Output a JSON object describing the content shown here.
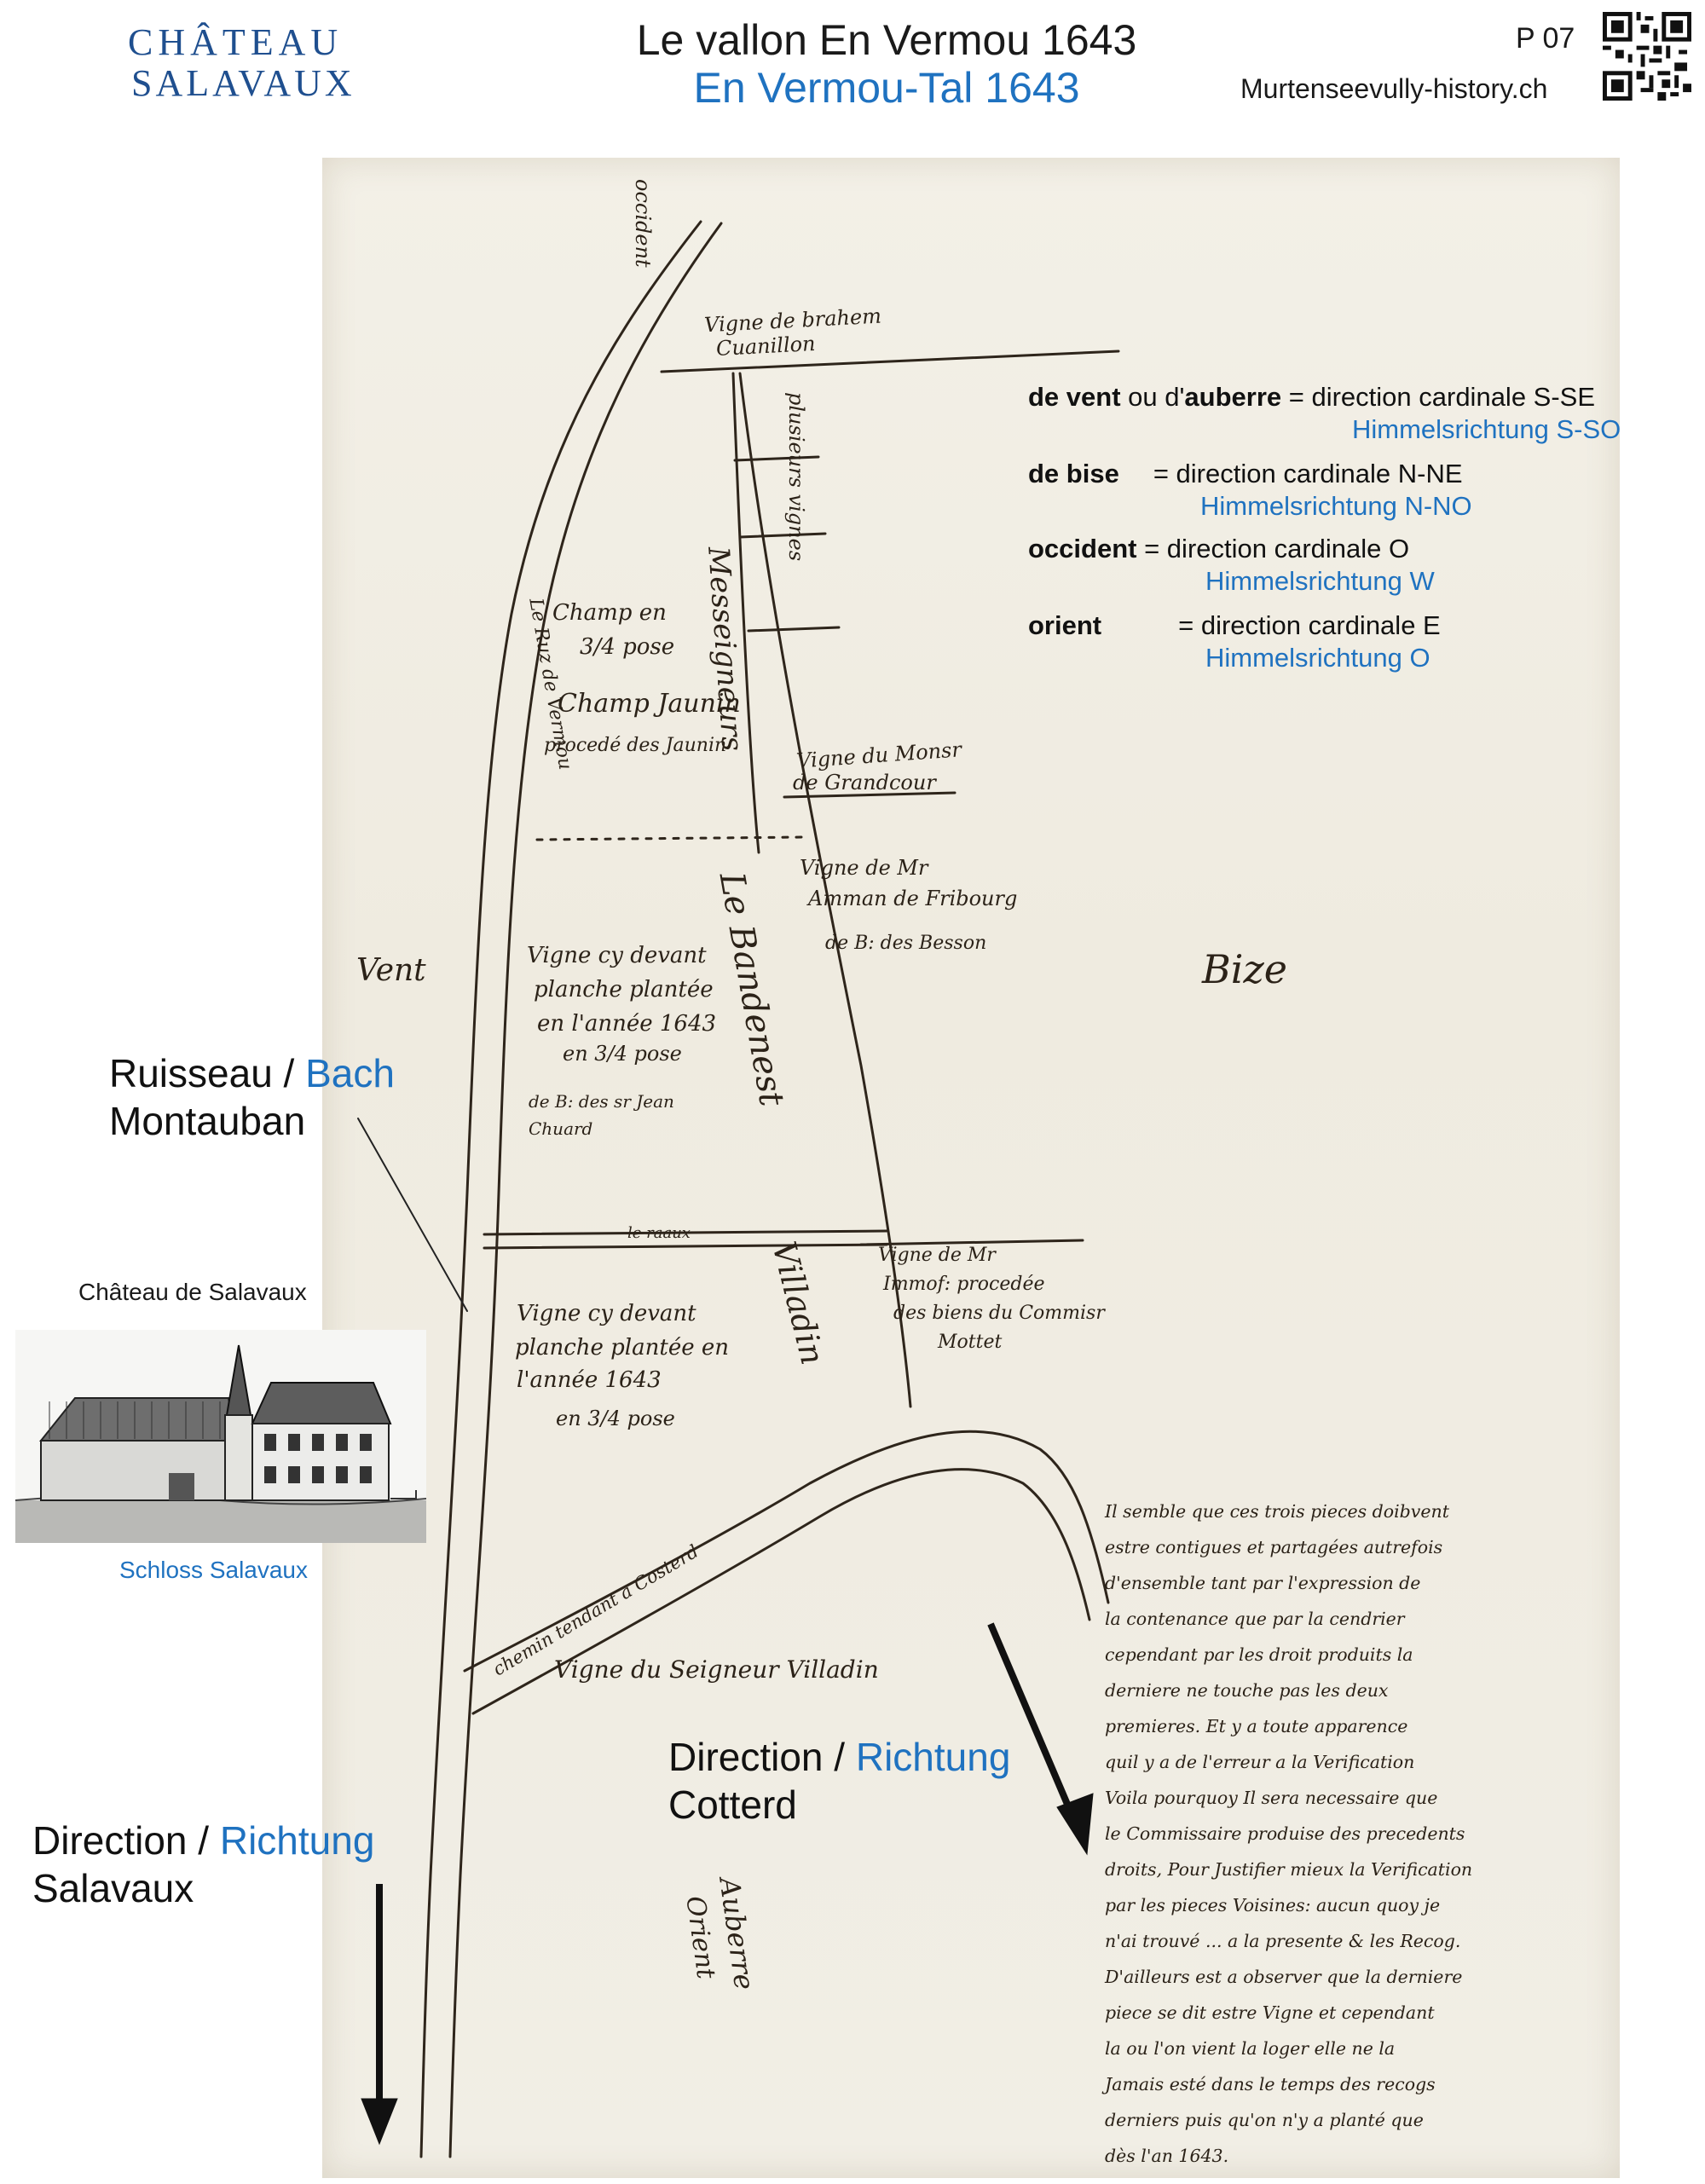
{
  "header": {
    "logo_line1": "CHÂTEAU",
    "logo_line2": "SALAVAUX",
    "title_fr": "Le vallon En Vermou 1643",
    "title_de": "En Vermou-Tal 1643",
    "page_number": "P 07",
    "website": "Murtenseevully-history.ch"
  },
  "legend": [
    {
      "term": "de vent",
      "mid": " ou d'",
      "term2": "auberre",
      "fr": " = direction cardinale S-SE",
      "de": "Himmelsrichtung S-SO"
    },
    {
      "term": "de bise",
      "fr": "=  direction cardinale N-NE",
      "de": "Himmelsrichtung N-NO"
    },
    {
      "term": "occident",
      "fr": "=   direction cardinale O",
      "de": "Himmelsrichtung W"
    },
    {
      "term": "orient",
      "fr": "=   direction cardinale E",
      "de": "Himmelsrichtung O"
    }
  ],
  "annotations": {
    "ruisseau_fr": "Ruisseau /",
    "ruisseau_de": "Bach",
    "ruisseau_name": "Montauban",
    "dir_cotterd_fr": "Direction /",
    "dir_cotterd_de": "Richtung",
    "dir_cotterd_name": "Cotterd",
    "dir_salavaux_fr": "Direction /",
    "dir_salavaux_de": "Richtung",
    "dir_salavaux_name": "Salavaux"
  },
  "chateau": {
    "caption_fr": "Château de Salavaux",
    "caption_de": "Schloss Salavaux"
  },
  "manuscript": {
    "occident": "occident",
    "vigne_abraham_1": "Vigne de brahem",
    "vigne_abraham_2": "Cuanillon",
    "plusieurs_vignes": "plusieurs vignes",
    "champ_1": "Champ en",
    "champ_2": "3/4 pose",
    "champ_jaunin": "Champ Jaunin",
    "procede_jaunin": "procedé des Jaunin",
    "le_ruz": "Le Ruz de Vermou",
    "messeigneurs": "Messeigneurs",
    "vigne_grandcour_1": "Vigne du Monsr",
    "vigne_grandcour_2": "de Grandcour",
    "vigne_fribourg_1": "Vigne de Mr",
    "vigne_fribourg_2": "Amman de Fribourg",
    "vigne_fribourg_3": "de B: des Besson",
    "vent": "Vent",
    "bize": "Bize",
    "vigne_1_l1": "Vigne cy devant",
    "vigne_1_l2": "planche plantée",
    "vigne_1_l3": "en l'année 1643",
    "vigne_1_l4": "en 3/4 pose",
    "vigne_1_l5": "de B: des sr Jean",
    "vigne_1_l6": "Chuard",
    "le_bandeness": "Le Bandenest",
    "le_raaux": "le raaux",
    "villadin": "Villadin",
    "vigne_2_l1": "Vigne cy devant",
    "vigne_2_l2": "planche plantée en",
    "vigne_2_l3": "l'année 1643",
    "vigne_2_l4": "en 3/4 pose",
    "vigne_mottet_1": "Vigne de Mr",
    "vigne_mottet_2": "Immof: procedée",
    "vigne_mottet_3": "des biens du Commisr",
    "vigne_mottet_4": "Mottet",
    "chemin": "chemin tendant a Costerd",
    "vigne_seigneur": "Vigne du Seigneur Villadin",
    "auberre": "Auberre",
    "orient": "Orient",
    "note_lines": [
      "Il semble que ces trois pieces doibvent",
      "estre contigues et partagées autrefois",
      "d'ensemble tant par l'expression de",
      "la contenance que par la cendrier",
      "cependant par les droit produits la",
      "derniere ne touche pas les deux",
      "premieres. Et y a toute apparence",
      "quil y a de l'erreur a la Verification",
      "Voila pourquoy Il sera necessaire que",
      "le Commissaire produise des precedents",
      "droits, Pour Justifier mieux la Verification",
      "par les pieces Voisines: aucun quoy je",
      "n'ai trouvé ... a la presente & les Recog.",
      "D'ailleurs est a observer que la derniere",
      "piece se dit estre Vigne et cependant",
      "la ou l'on vient la loger elle ne la",
      "Jamais esté dans le temps des recogs",
      "derniers puis qu'on n'y a planté que",
      "dès l'an 1643."
    ]
  }
}
